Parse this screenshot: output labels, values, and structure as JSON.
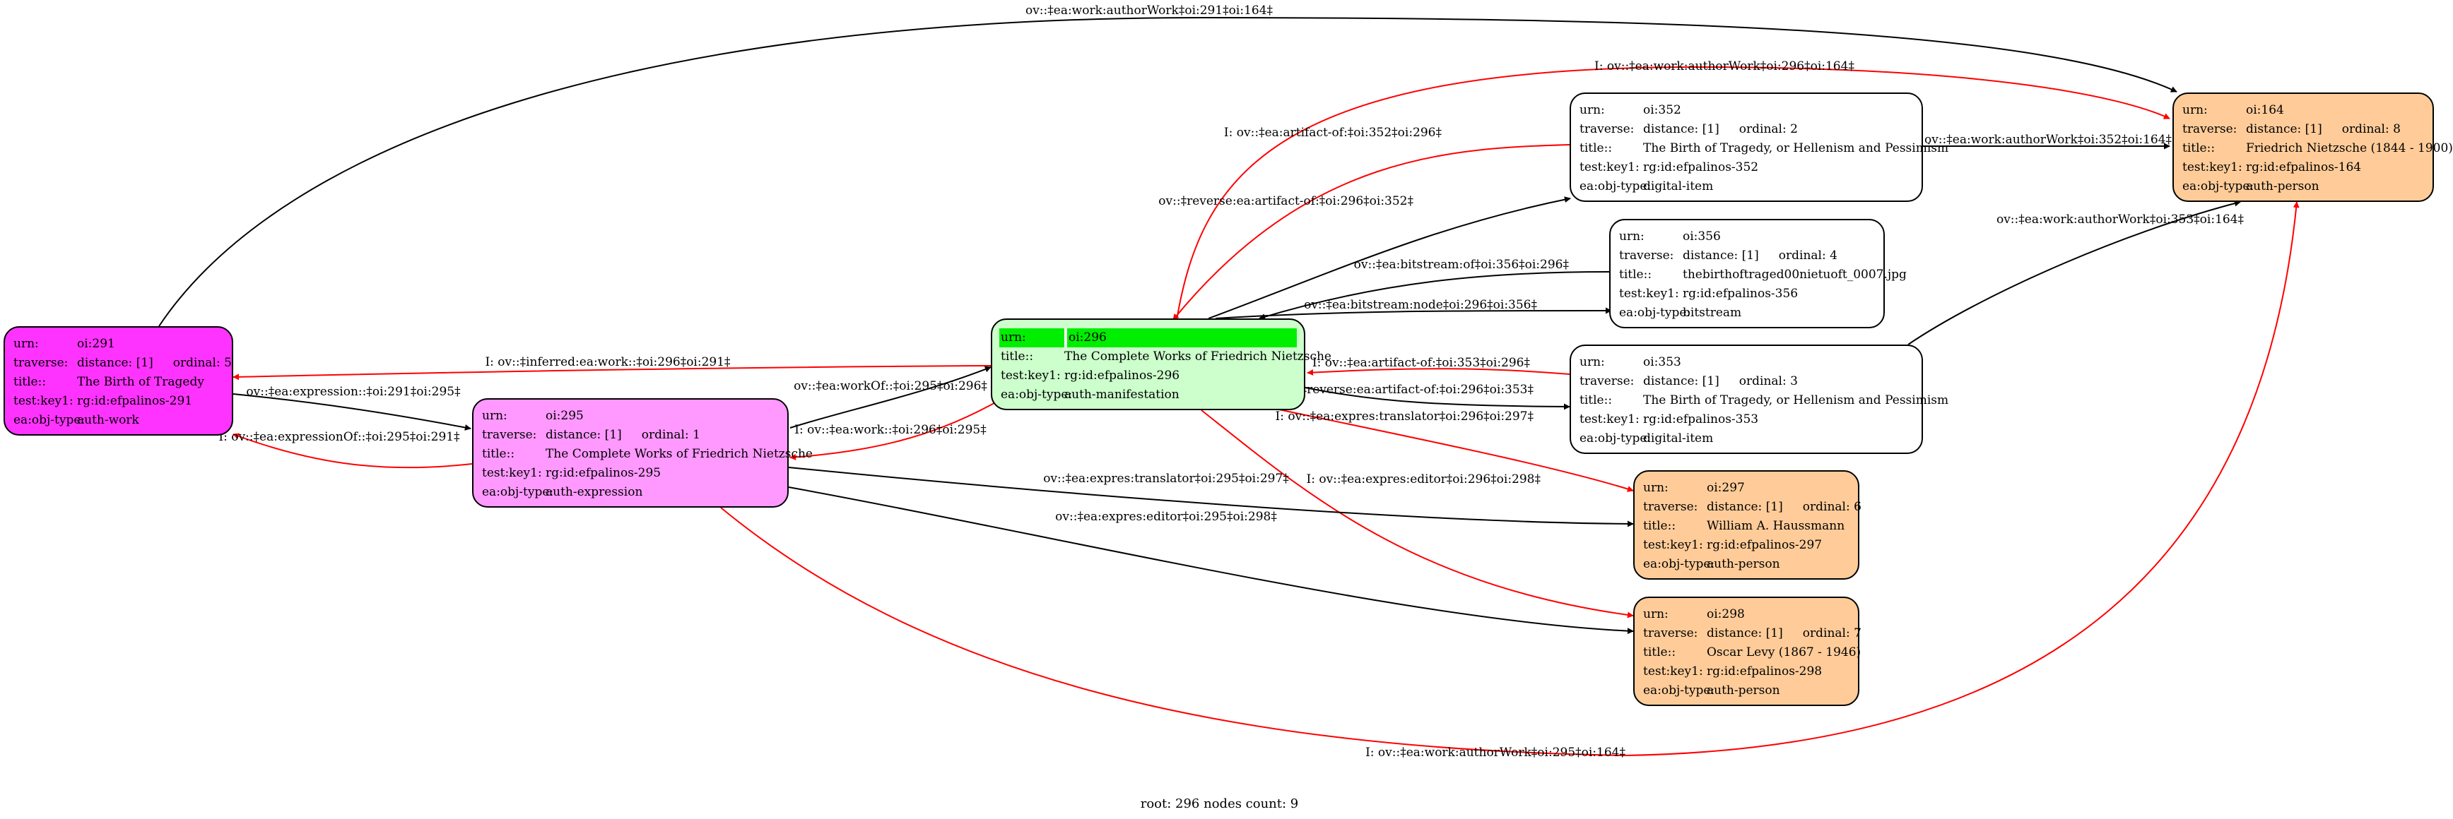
{
  "nodes": {
    "n291": {
      "fill": "#ff33ff",
      "rows": [
        {
          "k": "urn:",
          "v": "oi:291"
        },
        {
          "k": "traverse:",
          "v": "distance: [1]",
          "o": "ordinal: 5"
        },
        {
          "k": "title::",
          "v": "The Birth of Tragedy"
        },
        {
          "k": "test:key1:",
          "v": "rg:id:efpalinos-291"
        },
        {
          "k": "ea:obj-type:",
          "v": "auth-work"
        }
      ]
    },
    "n295": {
      "fill": "#ff99ff",
      "rows": [
        {
          "k": "urn:",
          "v": "oi:295"
        },
        {
          "k": "traverse:",
          "v": "distance: [1]",
          "o": "ordinal: 1"
        },
        {
          "k": "title::",
          "v": "The Complete Works of Friedrich Nietzsche"
        },
        {
          "k": "test:key1:",
          "v": "rg:id:efpalinos-295"
        },
        {
          "k": "ea:obj-type:",
          "v": "auth-expression"
        }
      ]
    },
    "n296": {
      "fill": "#ccffcc",
      "rows": [
        {
          "k": "urn:",
          "v": "oi:296"
        },
        {
          "k": "title::",
          "v": "The Complete Works of Friedrich Nietzsche"
        },
        {
          "k": "test:key1:",
          "v": "rg:id:efpalinos-296"
        },
        {
          "k": "ea:obj-type:",
          "v": "auth-manifestation"
        }
      ]
    },
    "n352": {
      "fill": "#ffffff",
      "rows": [
        {
          "k": "urn:",
          "v": "oi:352"
        },
        {
          "k": "traverse:",
          "v": "distance: [1]",
          "o": "ordinal: 2"
        },
        {
          "k": "title::",
          "v": "The Birth of Tragedy, or Hellenism and Pessimism"
        },
        {
          "k": "test:key1:",
          "v": "rg:id:efpalinos-352"
        },
        {
          "k": "ea:obj-type:",
          "v": "digital-item"
        }
      ]
    },
    "n356": {
      "fill": "#ffffff",
      "rows": [
        {
          "k": "urn:",
          "v": "oi:356"
        },
        {
          "k": "traverse:",
          "v": "distance: [1]",
          "o": "ordinal: 4"
        },
        {
          "k": "title::",
          "v": "thebirthoftraged00nietuoft_0007.jpg"
        },
        {
          "k": "test:key1:",
          "v": "rg:id:efpalinos-356"
        },
        {
          "k": "ea:obj-type:",
          "v": "bitstream"
        }
      ]
    },
    "n353": {
      "fill": "#ffffff",
      "rows": [
        {
          "k": "urn:",
          "v": "oi:353"
        },
        {
          "k": "traverse:",
          "v": "distance: [1]",
          "o": "ordinal: 3"
        },
        {
          "k": "title::",
          "v": "The Birth of Tragedy, or Hellenism and Pessimism"
        },
        {
          "k": "test:key1:",
          "v": "rg:id:efpalinos-353"
        },
        {
          "k": "ea:obj-type:",
          "v": "digital-item"
        }
      ]
    },
    "n164": {
      "fill": "#ffcc99",
      "rows": [
        {
          "k": "urn:",
          "v": "oi:164"
        },
        {
          "k": "traverse:",
          "v": "distance: [1]",
          "o": "ordinal: 8"
        },
        {
          "k": "title::",
          "v": "Friedrich Nietzsche (1844 - 1900)"
        },
        {
          "k": "test:key1:",
          "v": "rg:id:efpalinos-164"
        },
        {
          "k": "ea:obj-type:",
          "v": "auth-person"
        }
      ]
    },
    "n297": {
      "fill": "#ffcc99",
      "rows": [
        {
          "k": "urn:",
          "v": "oi:297"
        },
        {
          "k": "traverse:",
          "v": "distance: [1]",
          "o": "ordinal: 6"
        },
        {
          "k": "title::",
          "v": "William A. Haussmann"
        },
        {
          "k": "test:key1:",
          "v": "rg:id:efpalinos-297"
        },
        {
          "k": "ea:obj-type:",
          "v": "auth-person"
        }
      ]
    },
    "n298": {
      "fill": "#ffcc99",
      "rows": [
        {
          "k": "urn:",
          "v": "oi:298"
        },
        {
          "k": "traverse:",
          "v": "distance: [1]",
          "o": "ordinal: 7"
        },
        {
          "k": "title::",
          "v": "Oscar Levy (1867 - 1946)"
        },
        {
          "k": "test:key1:",
          "v": "rg:id:efpalinos-298"
        },
        {
          "k": "ea:obj-type:",
          "v": "auth-person"
        }
      ]
    }
  },
  "edges": [
    {
      "color": "#000000",
      "label": "ov::‡ea:work:authorWork‡oi:291‡oi:164‡"
    },
    {
      "color": "#ff0000",
      "label": "I: ov::‡ea:work:authorWork‡oi:296‡oi:164‡"
    },
    {
      "color": "#000000",
      "label": "ov::‡ea:work:authorWork‡oi:352‡oi:164‡"
    },
    {
      "color": "#000000",
      "label": "ov::‡ea:work:authorWork‡oi:353‡oi:164‡"
    },
    {
      "color": "#ff0000",
      "label": "I: ov::‡ea:artifact-of:‡oi:352‡oi:296‡"
    },
    {
      "color": "#000000",
      "label": "ov::‡reverse:ea:artifact-of:‡oi:296‡oi:352‡"
    },
    {
      "color": "#000000",
      "label": "ov::‡ea:bitstream:of‡oi:356‡oi:296‡"
    },
    {
      "color": "#000000",
      "label": "ov::‡ea:bitstream:node‡oi:296‡oi:356‡"
    },
    {
      "color": "#ff0000",
      "label": "I: ov::‡inferred:ea:work::‡oi:296‡oi:291‡"
    },
    {
      "color": "#000000",
      "label": "ov::‡ea:expression::‡oi:291‡oi:295‡"
    },
    {
      "color": "#ff0000",
      "label": "I: ov::‡ea:expressionOf::‡oi:295‡oi:291‡"
    },
    {
      "color": "#000000",
      "label": "ov::‡ea:workOf::‡oi:295‡oi:296‡"
    },
    {
      "color": "#ff0000",
      "label": "I: ov::‡ea:work::‡oi:296‡oi:295‡"
    },
    {
      "color": "#ff0000",
      "label": "I: ov::‡ea:artifact-of:‡oi:353‡oi:296‡"
    },
    {
      "color": "#000000",
      "label": "ov::‡reverse:ea:artifact-of:‡oi:296‡oi:353‡"
    },
    {
      "color": "#ff0000",
      "label": "I: ov::‡ea:expres:translator‡oi:296‡oi:297‡"
    },
    {
      "color": "#ff0000",
      "label": "I: ov::‡ea:expres:editor‡oi:296‡oi:298‡"
    },
    {
      "color": "#000000",
      "label": "ov::‡ea:expres:translator‡oi:295‡oi:297‡"
    },
    {
      "color": "#000000",
      "label": "ov::‡ea:expres:editor‡oi:295‡oi:298‡"
    },
    {
      "color": "#ff0000",
      "label": "I: ov::‡ea:work:authorWork‡oi:295‡oi:164‡"
    }
  ],
  "footer": "root: 296 nodes count: 9"
}
